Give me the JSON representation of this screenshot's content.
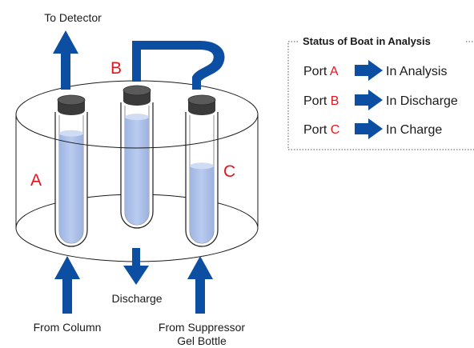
{
  "labels": {
    "to_detector": "To Detector",
    "from_column": "From Column",
    "discharge": "Discharge",
    "from_suppressor_line1": "From Suppressor",
    "from_suppressor_line2": "Gel Bottle"
  },
  "ports": {
    "a": "A",
    "b": "B",
    "c": "C"
  },
  "legend": {
    "title": "Status of Boat in Analysis",
    "rows": [
      {
        "prefix": "Port ",
        "letter": "A",
        "status": "In Analysis"
      },
      {
        "prefix": "Port ",
        "letter": "B",
        "status": "In Discharge"
      },
      {
        "prefix": "Port ",
        "letter": "C",
        "status": "In Charge"
      }
    ]
  },
  "colors": {
    "arrow_blue": "#0b4ea2",
    "liquid_blue": "#a9bee6",
    "port_red": "#e8141c",
    "cap_gray": "#4a4a4a"
  },
  "tube_fill_levels": {
    "a": 0.88,
    "b": 0.93,
    "c": 0.62
  }
}
